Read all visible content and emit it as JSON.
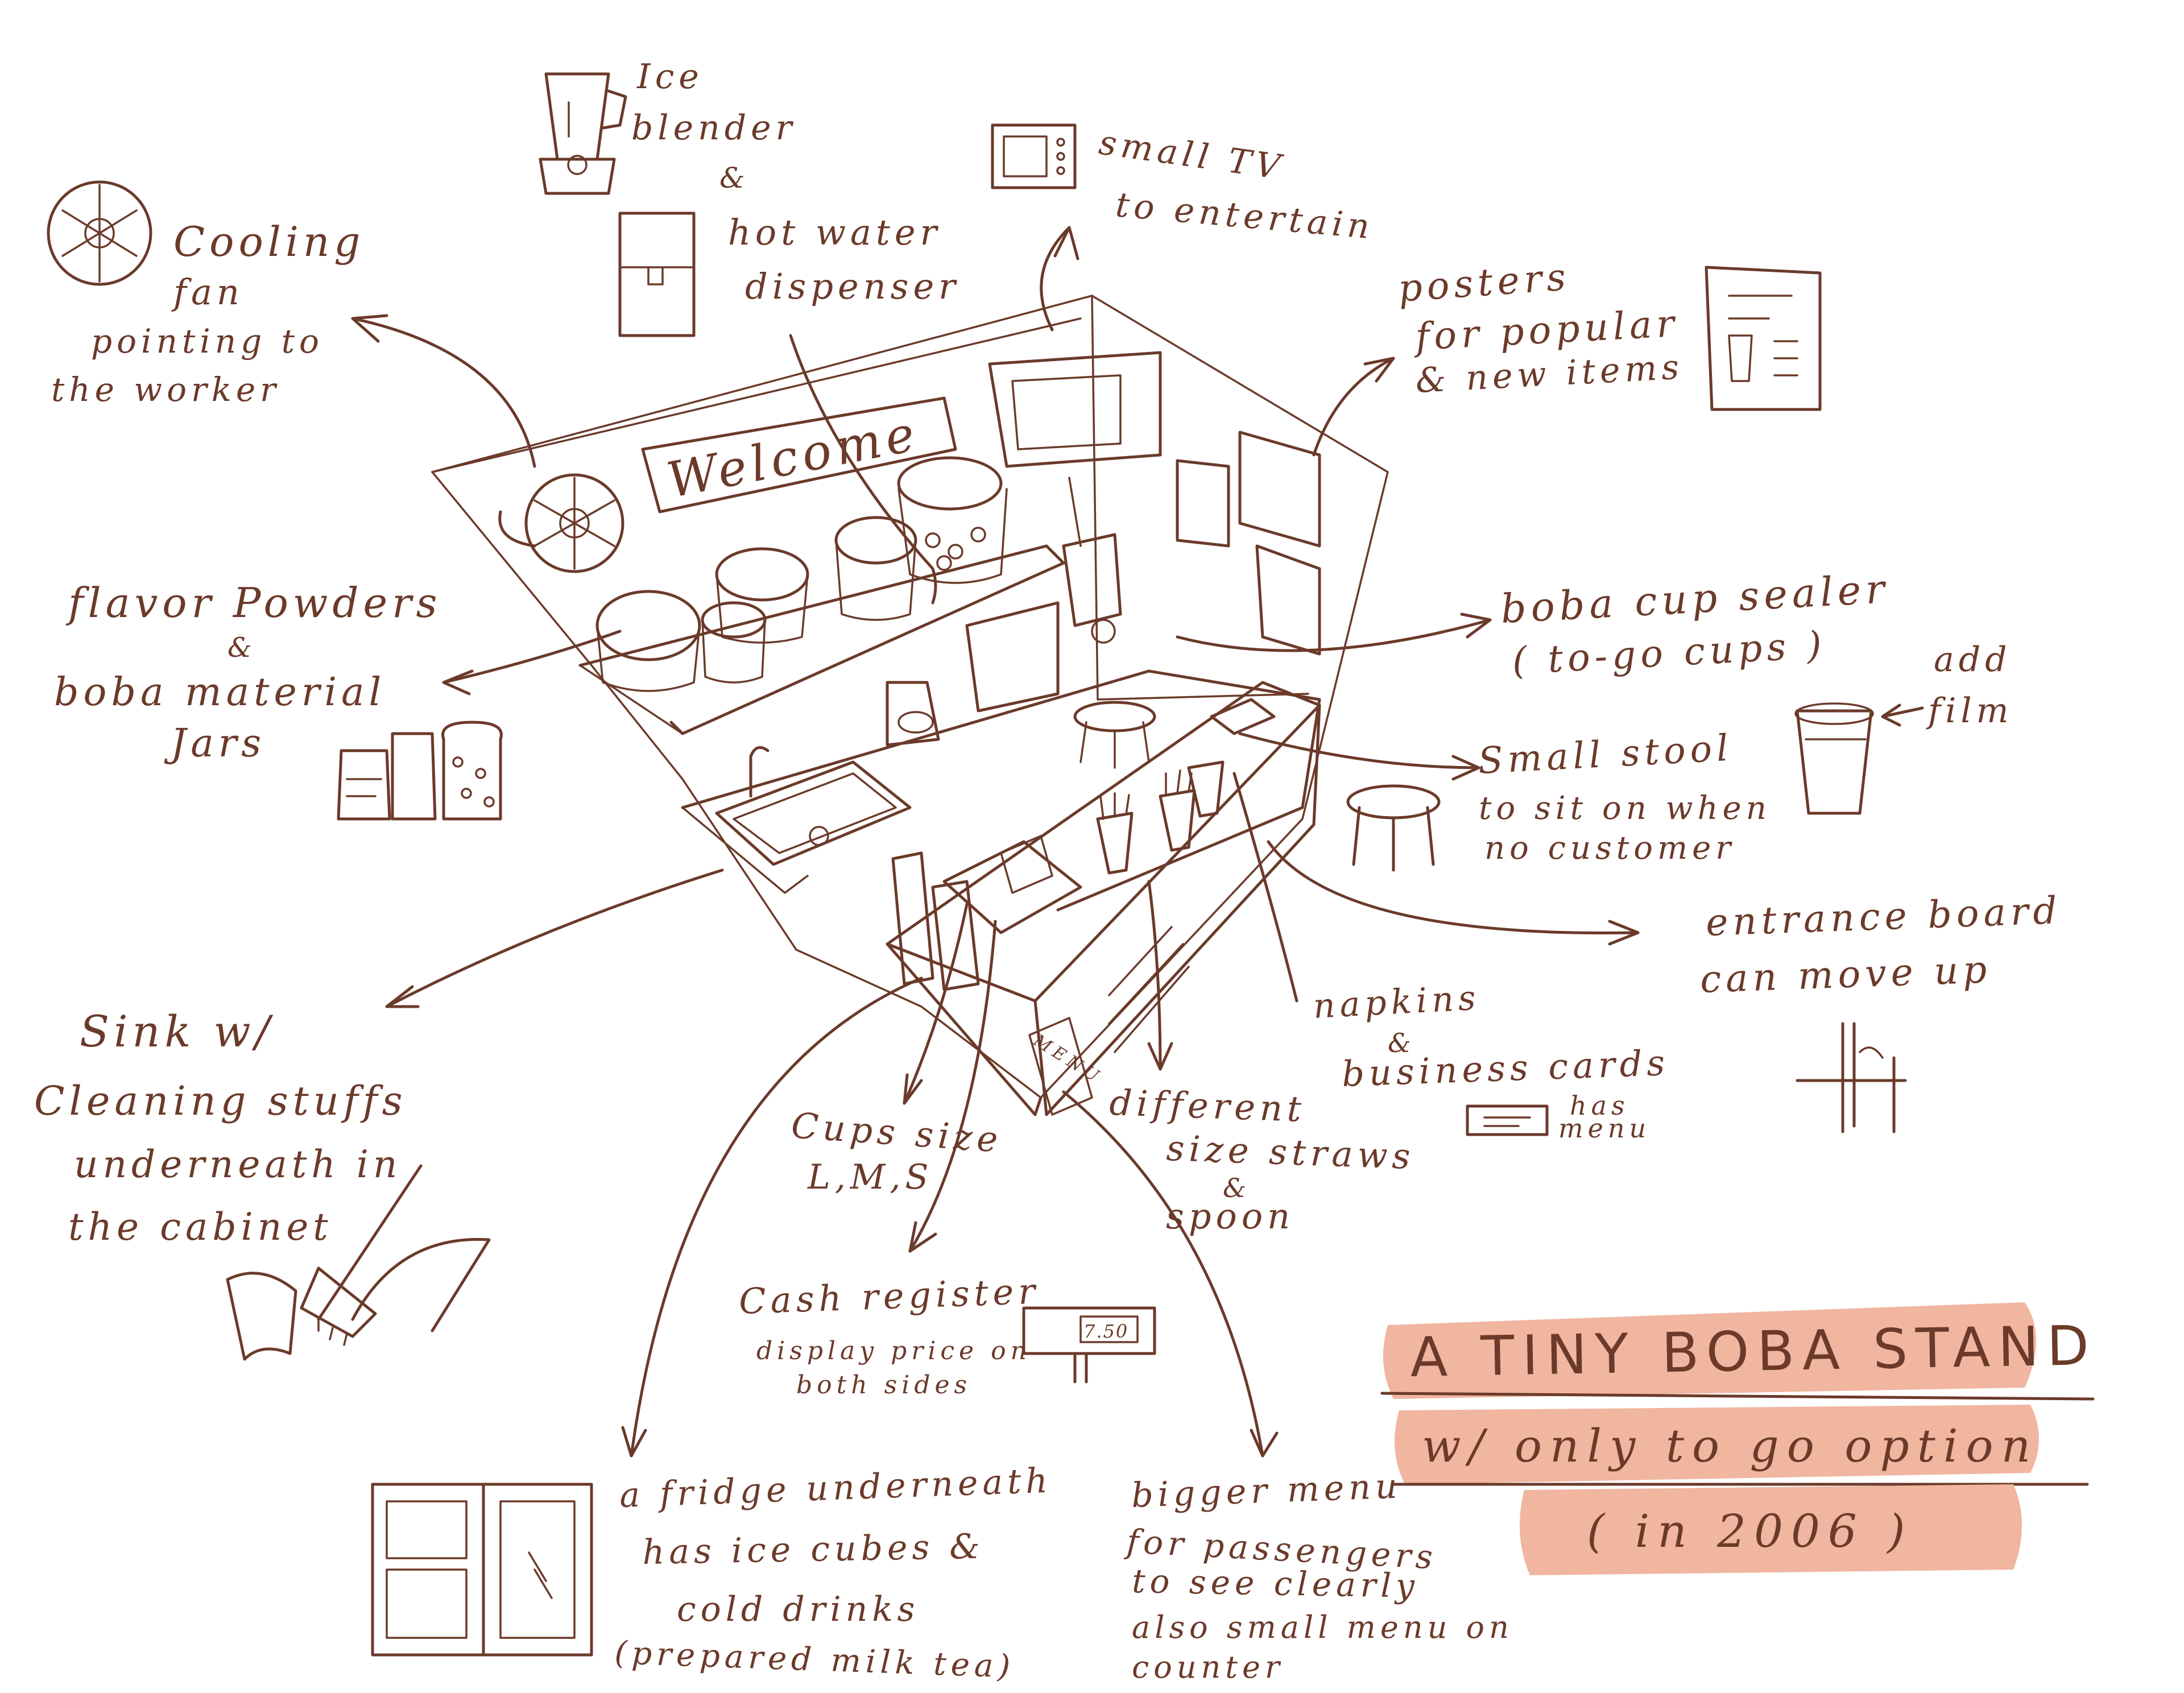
{
  "labels": {
    "cooling_fan": [
      "Cooling",
      "fan",
      "pointing to",
      "the worker"
    ],
    "ice_blender": [
      "Ice",
      "blender",
      "&",
      "hot water",
      "dispenser"
    ],
    "small_tv": [
      "small TV",
      "to entertain"
    ],
    "posters": [
      "posters",
      "for popular",
      "& new items"
    ],
    "flavor_powders": [
      "flavor Powders",
      "&",
      "boba material",
      "Jars"
    ],
    "welcome_sign": "Welcome",
    "cup_sealer": [
      "boba cup sealer",
      "( to-go cups )"
    ],
    "add_film": [
      "add",
      "film"
    ],
    "small_stool": [
      "Small stool",
      "to sit on when",
      "no customer"
    ],
    "entrance_board": [
      "entrance board",
      "can move up"
    ],
    "sink": [
      "Sink w/",
      "Cleaning stuffs",
      "underneath in",
      "the cabinet"
    ],
    "napkins": [
      "napkins",
      "&",
      "business cards"
    ],
    "has_menu": [
      "has",
      "menu"
    ],
    "cups": [
      "Cups size",
      "L,M,S"
    ],
    "straws": [
      "different",
      "size straws",
      "&",
      "spoon"
    ],
    "cash_register": [
      "Cash register",
      "display price on",
      "both sides"
    ],
    "price_display": "7.50",
    "fridge": [
      "a fridge underneath",
      "has ice cubes &",
      "cold drinks",
      "(prepared milk tea)"
    ],
    "bigger_menu": [
      "bigger menu",
      "for passengers",
      "to see clearly",
      "also small menu on",
      "counter"
    ],
    "counter_menu": "MENU"
  },
  "title": {
    "line1": "A TINY BOBA STAND",
    "line2": "w/ only to go option",
    "line3": "( in 2006 )"
  },
  "colors": {
    "ink": "#6b3a2a",
    "highlight": "#f0b6a0",
    "background": "#ffffff"
  }
}
